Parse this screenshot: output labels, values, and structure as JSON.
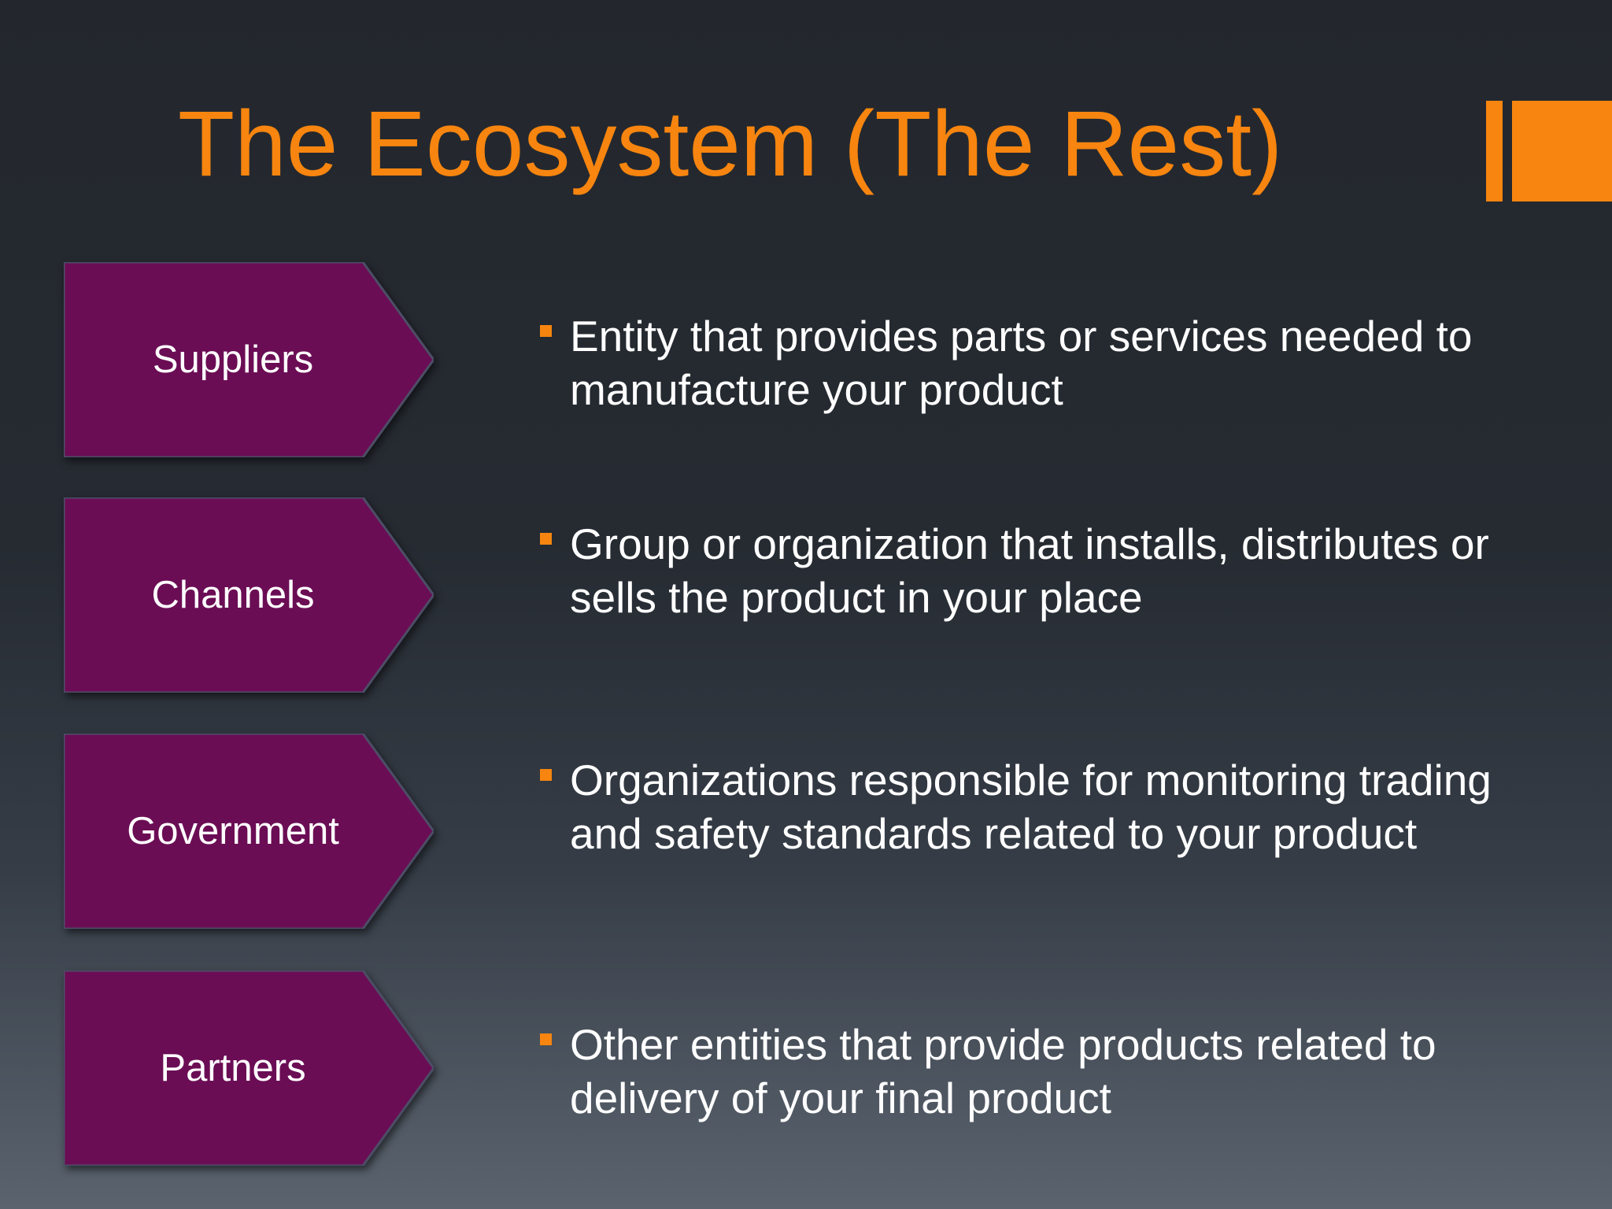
{
  "slide": {
    "title": "The Ecosystem (The Rest)",
    "accent_color": "#f7850f",
    "chevron_color": "#6b0d55",
    "items": [
      {
        "label": "Suppliers",
        "description": "Entity that provides parts or services needed to manufacture your product"
      },
      {
        "label": "Channels",
        "description": "Group or organization that installs, distributes or sells the product in your place"
      },
      {
        "label": "Government",
        "description": "Organizations responsible for monitoring trading and safety standards related to your product"
      },
      {
        "label": "Partners",
        "description": "Other entities that provide products related to delivery of your final product"
      }
    ]
  }
}
